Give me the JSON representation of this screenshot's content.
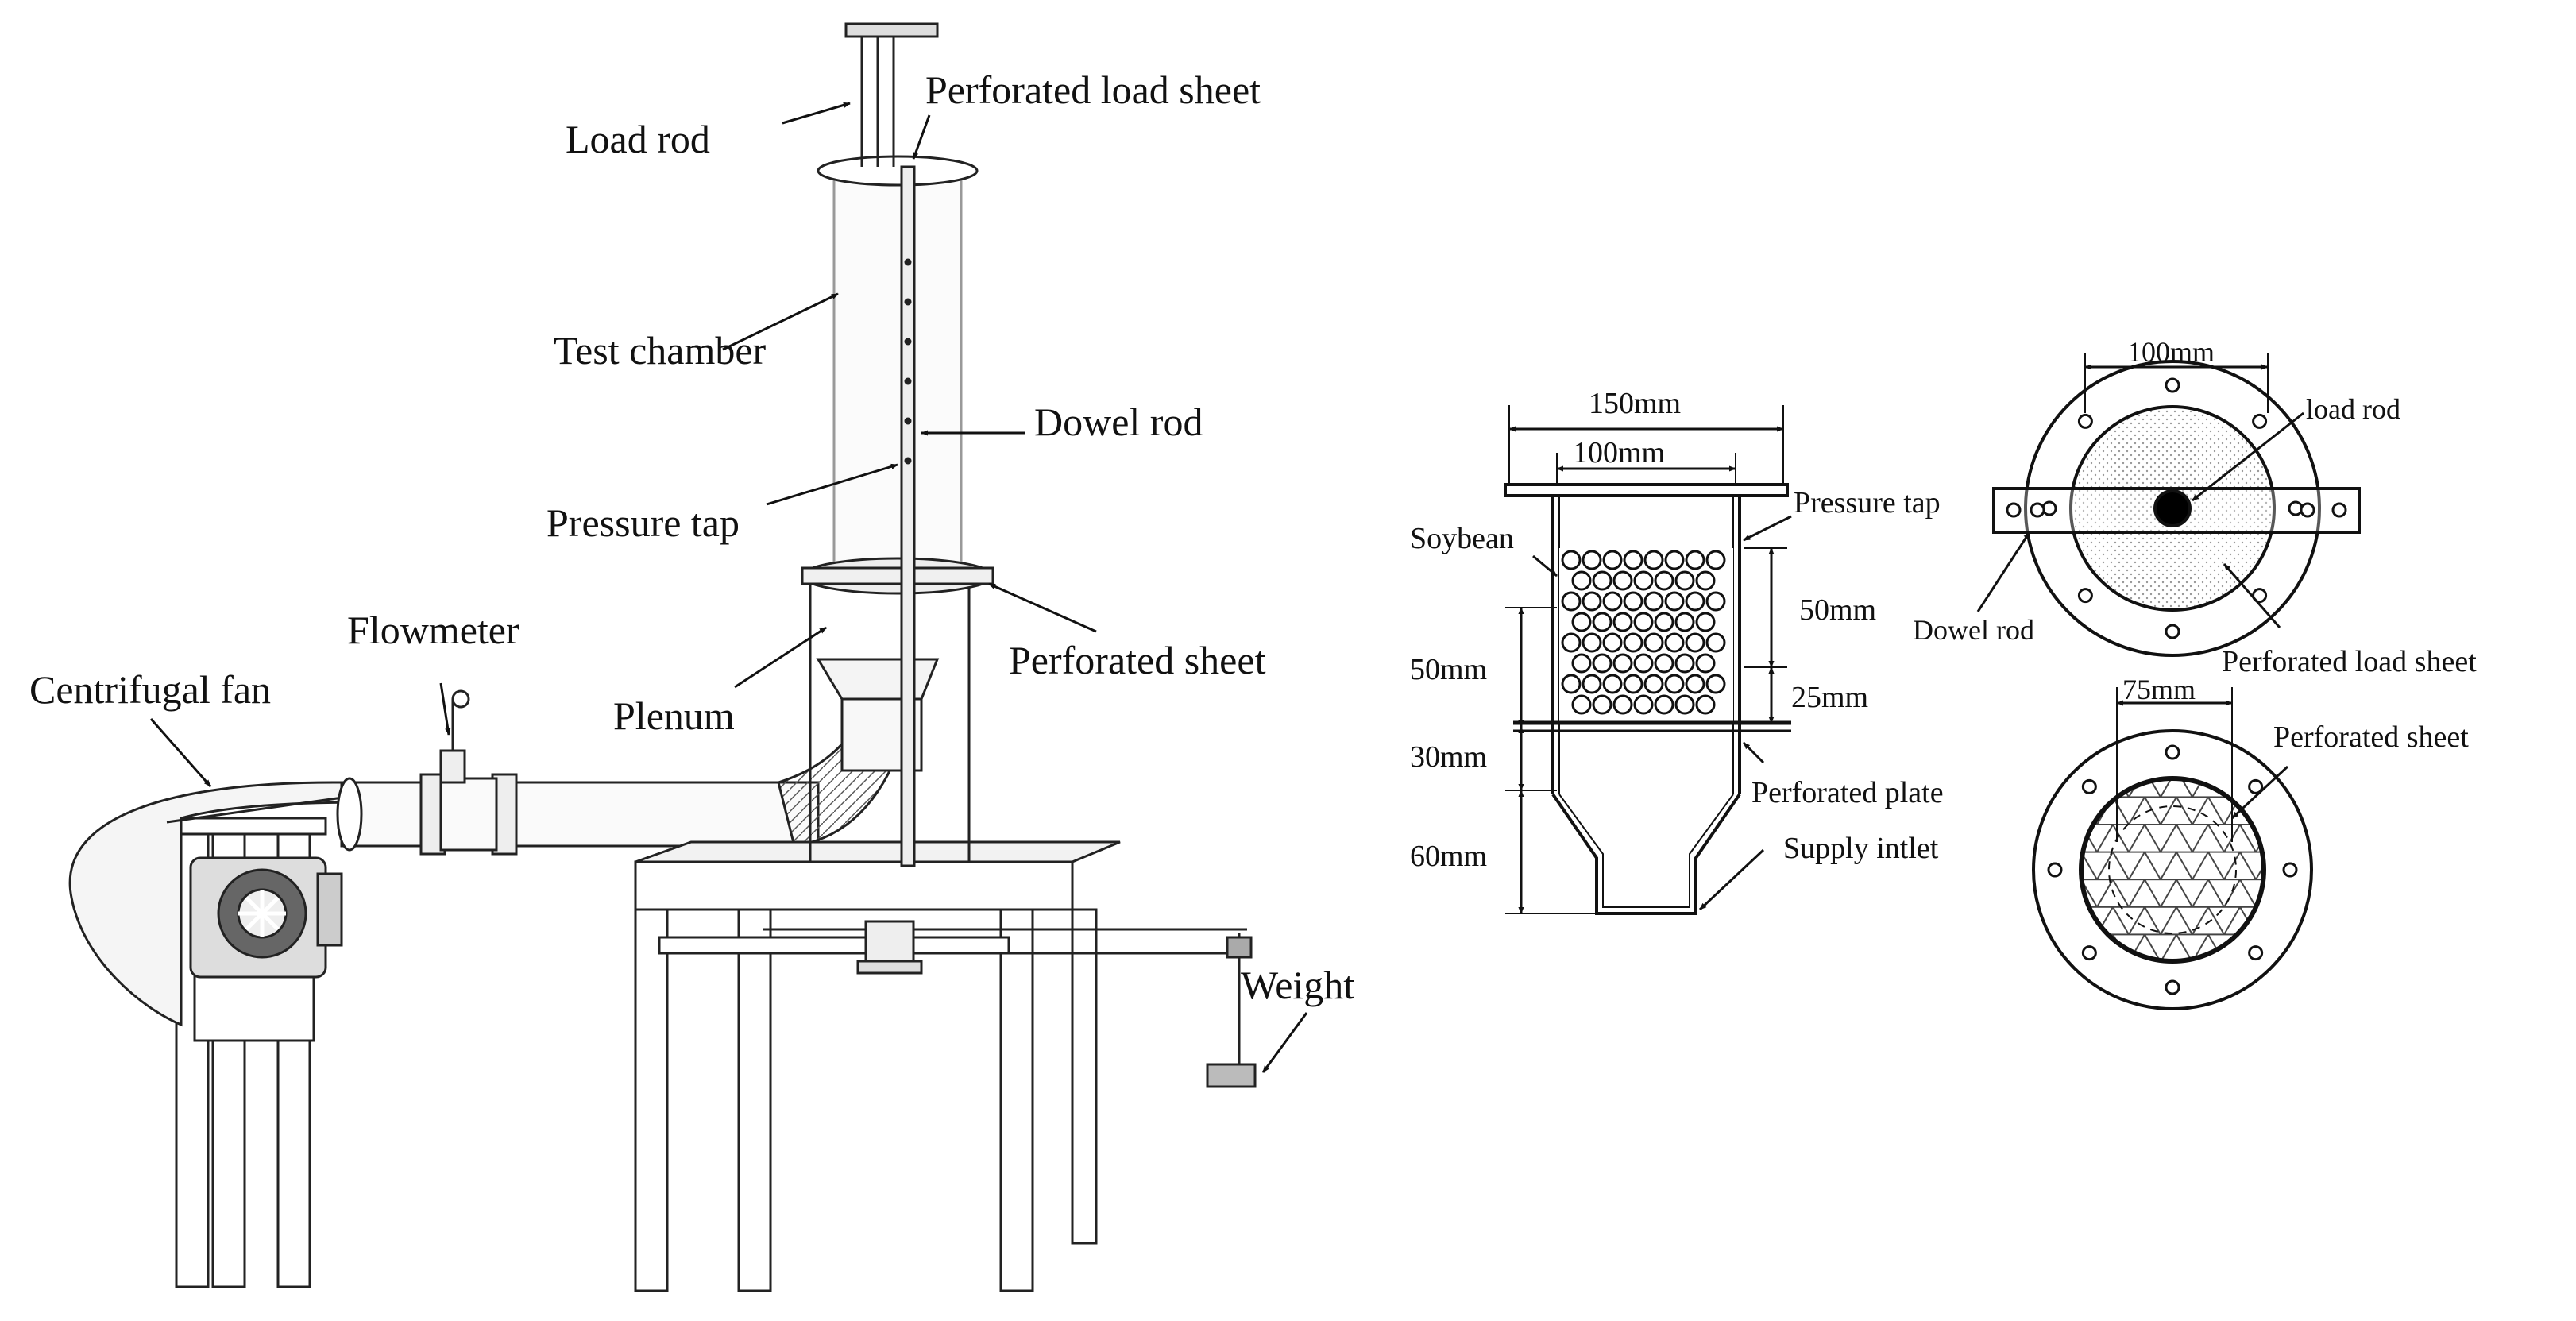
{
  "left_labels": {
    "load_rod": "Load rod",
    "perforated_load_sheet": "Perforated load sheet",
    "test_chamber": "Test chamber",
    "dowel_rod": "Dowel rod",
    "pressure_tap": "Pressure tap",
    "flowmeter": "Flowmeter",
    "perforated_sheet": "Perforated sheet",
    "centrifugal_fan": "Centrifugal fan",
    "plenum": "Plenum",
    "weight": "Weight"
  },
  "section_view": {
    "dim_outer_width": "150mm",
    "dim_inner_width": "100mm",
    "soybean": "Soybean",
    "pressure_tap": "Pressure tap",
    "dim_upper_right": "50mm",
    "dim_lower_right": "25mm",
    "dim_left_bed": "50mm",
    "dim_left_gap": "30mm",
    "dim_left_plenum": "60mm",
    "perforated_plate": "Perforated plate",
    "supply_inlet": "Supply intlet"
  },
  "top_view": {
    "dim_width": "100mm",
    "load_rod": "load rod",
    "dowel_rod": "Dowel rod",
    "perforated_load_sheet": "Perforated load sheet"
  },
  "bottom_view": {
    "dim_width": "75mm",
    "perforated_sheet": "Perforated sheet"
  }
}
